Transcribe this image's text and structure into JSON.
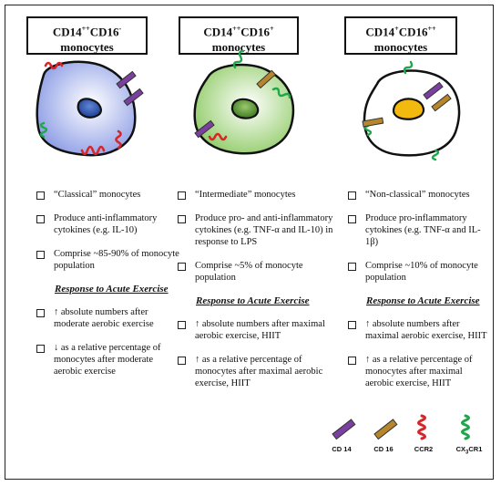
{
  "titles": [
    {
      "line1_a": "CD14",
      "line1_sup1": "++",
      "line1_b": "CD16",
      "line1_sup2": "-",
      "line2": "monocytes"
    },
    {
      "line1_a": "CD14",
      "line1_sup1": "++",
      "line1_b": "CD16",
      "line1_sup2": "+",
      "line2": "monocytes"
    },
    {
      "line1_a": "CD14",
      "line1_sup1": "+",
      "line1_b": "CD16",
      "line1_sup2": "++",
      "line2": "monocytes"
    }
  ],
  "columns": [
    {
      "items_top": [
        "“Classical” monocytes",
        "Produce anti-inflammatory cytokines (e.g. IL-10)",
        "Comprise ~85-90% of monocyte population"
      ],
      "section_heading": "Response to Acute Exercise",
      "items_bottom": [
        "↑ absolute numbers after moderate aerobic exercise",
        "↓ as a relative percentage of monocytes after moderate aerobic exercise"
      ]
    },
    {
      "items_top": [
        "“Intermediate” monocytes",
        "Produce pro- and anti-inflammatory cytokines (e.g. TNF-α and IL-10) in response to LPS",
        "Comprise ~5% of monocyte population"
      ],
      "section_heading": "Response to Acute Exercise",
      "items_bottom": [
        "↑ absolute numbers after maximal aerobic exercise, HIIT",
        "↑ as a relative percentage of monocytes after maximal aerobic exercise, HIIT"
      ]
    },
    {
      "items_top": [
        "“Non-classical” monocytes",
        "Produce pro-inflammatory cytokines (e.g. TNF-α and IL-1β)",
        "Comprise ~10% of monocyte population"
      ],
      "section_heading": "Response to Acute Exercise",
      "items_bottom": [
        "↑ absolute numbers after maximal aerobic exercise, HIIT",
        "↑ as a relative percentage of monocytes after maximal aerobic exercise, HIIT"
      ]
    }
  ],
  "legend": {
    "cd14": "CD 14",
    "cd16": "CD 16",
    "ccr2": "CCR2",
    "cx3cr1_a": "CX",
    "cx3cr1_sub": "3",
    "cx3cr1_b": "CR1"
  },
  "colors": {
    "cd14": "#7b3fa0",
    "cd16": "#b8862a",
    "ccr2": "#d7262a",
    "cx3cr1": "#1fa64a",
    "cell1_fill": "#9aa9e8",
    "cell2_fill": "#9fd27a",
    "nucleus1": "#2a4fa8",
    "nucleus2": "#4f8a2c",
    "nucleus3": "#f2b90f"
  }
}
